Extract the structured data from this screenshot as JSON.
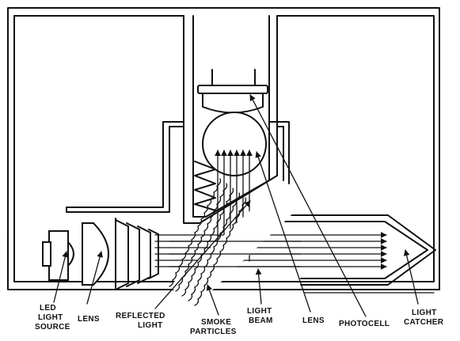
{
  "labels": {
    "led_light_source": [
      "LED",
      "LIGHT",
      "SOURCE"
    ],
    "lens_left": [
      "LENS"
    ],
    "reflected_light": [
      "REFLECTED",
      "LIGHT"
    ],
    "smoke_particles": [
      "SMOKE",
      "PARTICLES"
    ],
    "light_beam": [
      "LIGHT",
      "BEAM"
    ],
    "lens_right": [
      "LENS"
    ],
    "photocell": [
      "PHOTOCELL"
    ],
    "light_catcher": [
      "LIGHT",
      "CATCHER"
    ]
  }
}
